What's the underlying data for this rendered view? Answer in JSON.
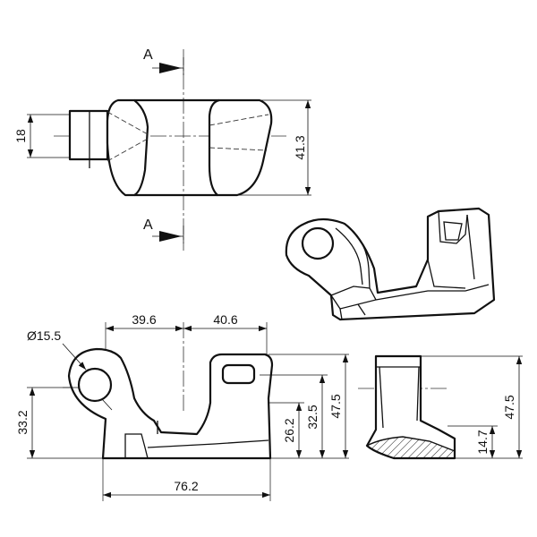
{
  "section_marker": "A",
  "dimensions": {
    "d_18": "18",
    "d_41_3": "41.3",
    "d_39_6": "39.6",
    "d_40_6": "40.6",
    "d_dia": "Ø15.5",
    "d_33_2": "33.2",
    "d_26_2": "26.2",
    "d_32_5": "32.5",
    "d_47_5_front": "47.5",
    "d_76_2": "76.2",
    "d_47_5_side": "47.5",
    "d_14_7": "14.7"
  },
  "colors": {
    "line": "#111111",
    "background": "#ffffff"
  }
}
